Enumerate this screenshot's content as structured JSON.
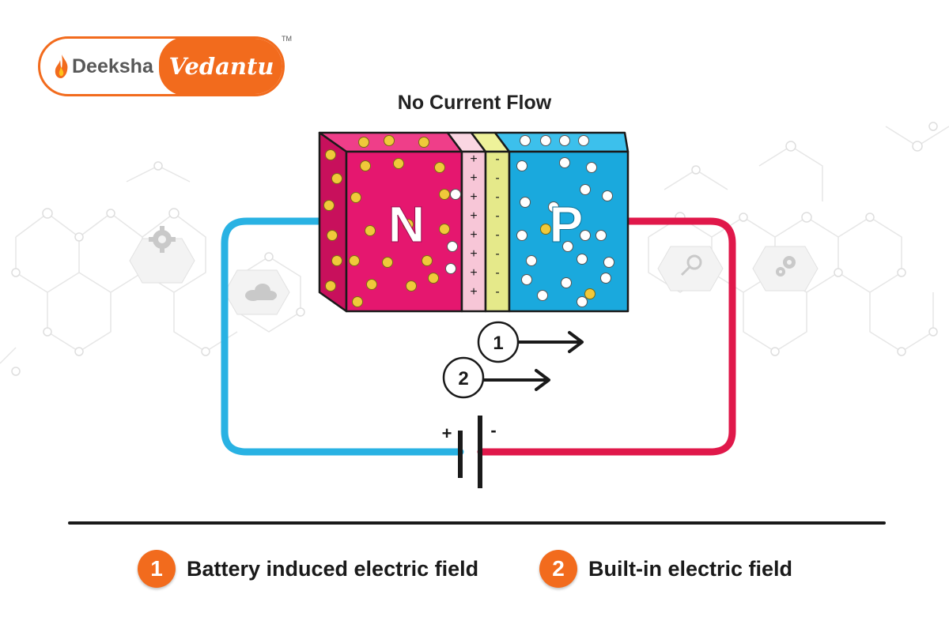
{
  "logo": {
    "left_text": "Deeksha",
    "right_text": "Vedantu",
    "tm": "TM"
  },
  "title": "No Current Flow",
  "n_region_label": "N",
  "p_region_label": "P",
  "depletion": {
    "positive_sign": "+",
    "negative_sign": "-"
  },
  "battery": {
    "positive_label": "+",
    "negative_label": "-"
  },
  "field_arrows": [
    {
      "number": "1"
    },
    {
      "number": "2"
    }
  ],
  "legend": [
    {
      "number": "1",
      "text": "Battery induced electric field"
    },
    {
      "number": "2",
      "text": "Built-in electric field"
    }
  ],
  "colors": {
    "n_region": "#e5176f",
    "p_region": "#1aa9dd",
    "depletion_positive": "#f7c6d7",
    "depletion_negative": "#e5e98a",
    "wire_left": "#29b2e3",
    "wire_right": "#e0184a",
    "electron": "#f0c93a",
    "hole": "#ffffff",
    "accent": "#f26b1d"
  }
}
